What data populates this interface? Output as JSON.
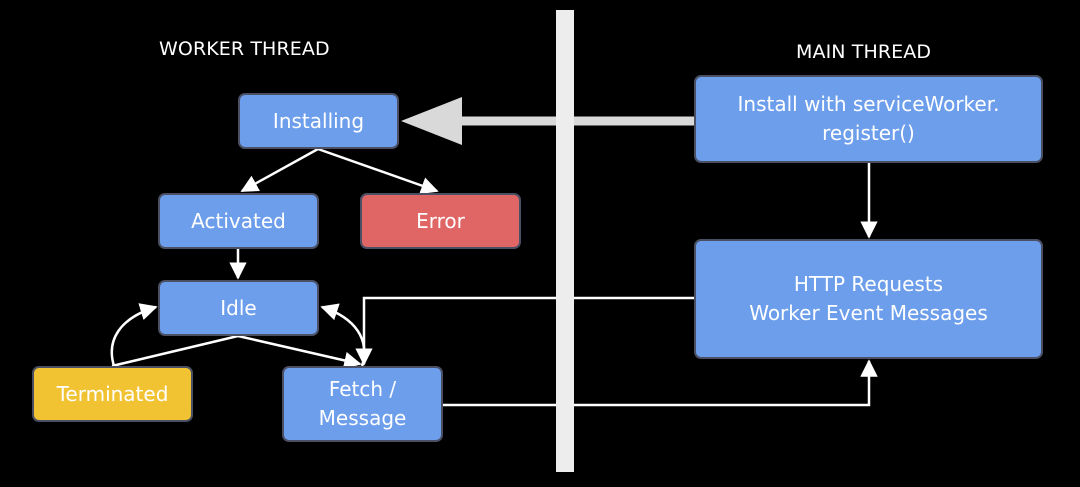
{
  "sections": {
    "worker_thread": "WORKER THREAD",
    "main_thread": "MAIN THREAD"
  },
  "nodes": {
    "installing": "Installing",
    "activated": "Activated",
    "error": "Error",
    "idle": "Idle",
    "terminated": "Terminated",
    "fetch_message": [
      "Fetch /",
      "Message"
    ],
    "install_register": [
      "Install with serviceWorker.",
      "register()"
    ],
    "http_requests": [
      "HTTP Requests",
      "Worker Event Messages"
    ]
  },
  "colors": {
    "background": "#000000",
    "node_blue": "#6d9eeb",
    "node_red": "#e06666",
    "node_yellow": "#f1c232",
    "node_border": "#4a4f63",
    "divider": "#ededed",
    "connector": "#ffffff",
    "main_arrow": "#d9d9d9"
  }
}
